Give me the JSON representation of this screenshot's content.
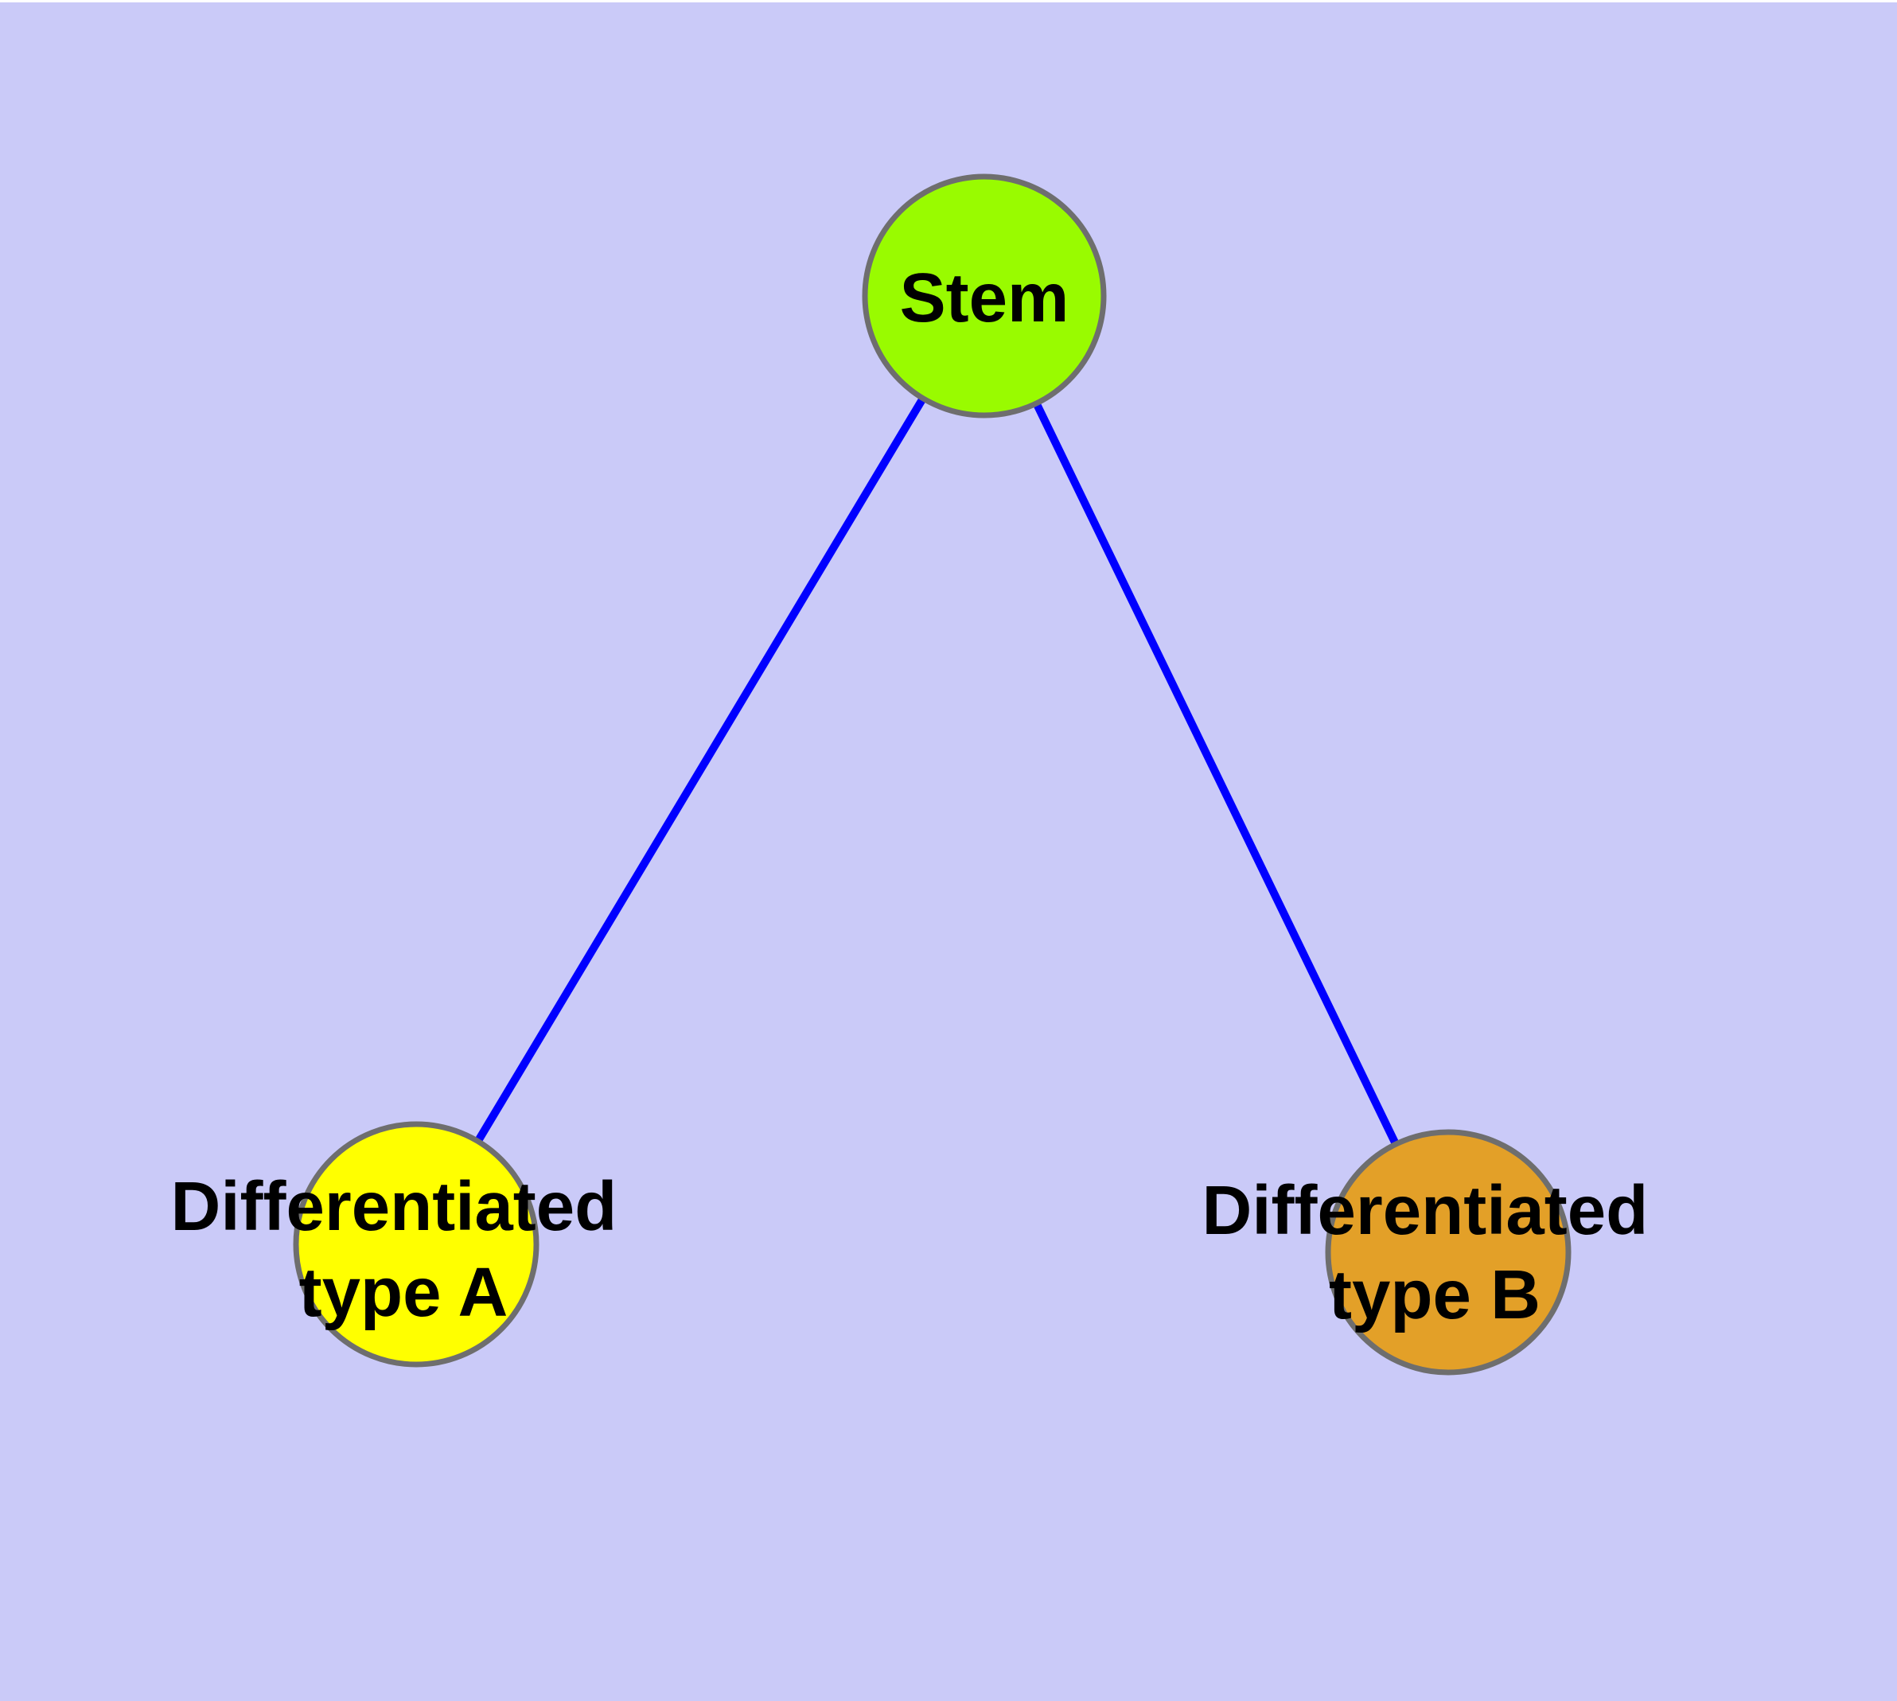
{
  "diagram": {
    "background_color": "#cacaf8",
    "top_margin_color": "#ffffff",
    "edge_color": "#0000ff",
    "node_border_color": "#6e6e6e",
    "label_color": "#000000",
    "nodes": {
      "stem": {
        "label": "Stem",
        "fill": "#99fb00"
      },
      "typeA": {
        "label_line1": "Differentiated",
        "label_line2": "type A",
        "fill": "#ffff00"
      },
      "typeB": {
        "label_line1": "Differentiated",
        "label_line2": "type B",
        "fill": "#e3a028"
      }
    },
    "edges": [
      {
        "from": "Stem",
        "to": "Differentiated type A"
      },
      {
        "from": "Stem",
        "to": "Differentiated type B"
      }
    ]
  }
}
